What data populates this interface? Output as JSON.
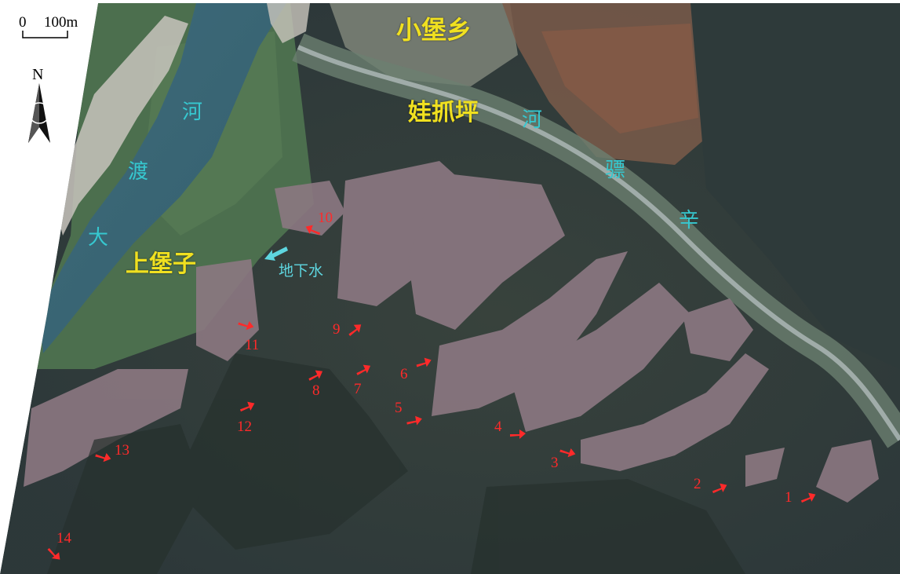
{
  "map": {
    "scale_bar": {
      "zero": "0",
      "distance": "100m"
    },
    "north_label": "N",
    "places": [
      {
        "id": "xiaobaoxiang",
        "label": "小堡乡"
      },
      {
        "id": "wazhuaping",
        "label": "娃抓坪"
      },
      {
        "id": "shangbaozi",
        "label": "上堡子"
      }
    ],
    "river_dadu": [
      "大",
      "渡",
      "河"
    ],
    "river_piaoxin": [
      "河",
      "骠",
      "辛"
    ],
    "groundwater_label": "地下水",
    "landslides": [
      "1",
      "2",
      "3",
      "4",
      "5",
      "6",
      "7",
      "8",
      "9",
      "10",
      "11",
      "12",
      "13",
      "14"
    ],
    "colors": {
      "town_label": "#f0e020",
      "river_label": "#36c8d0",
      "marker": "#ff2a2a",
      "groundwater_arrow": "#5ed6e0"
    }
  }
}
